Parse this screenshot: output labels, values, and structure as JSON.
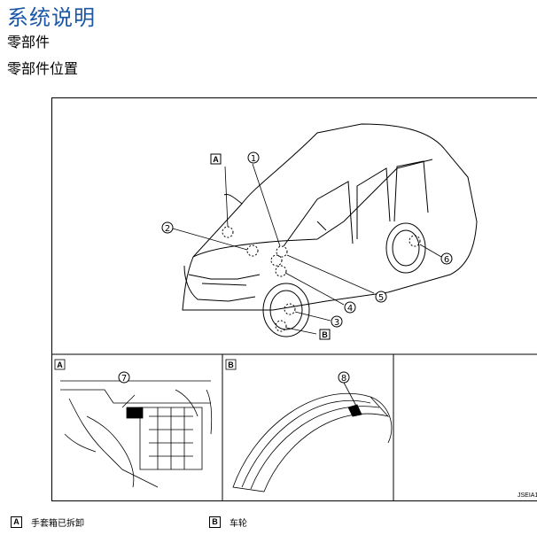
{
  "header": {
    "section_title": "系统说明",
    "subsection_title": "零部件",
    "sub_subsection_title": "零部件位置"
  },
  "figure": {
    "top_callouts": [
      "①",
      "②",
      "③",
      "④",
      "⑤",
      "⑥"
    ],
    "top_box_labels": [
      "A",
      "B"
    ],
    "panel_labels": [
      "A",
      "B"
    ],
    "panel_callouts": [
      "⑦",
      "⑧"
    ],
    "figure_code": "JSEIA1"
  },
  "legend": [
    {
      "key": "A",
      "text": "手套箱已拆卸"
    },
    {
      "key": "B",
      "text": "车轮"
    }
  ]
}
